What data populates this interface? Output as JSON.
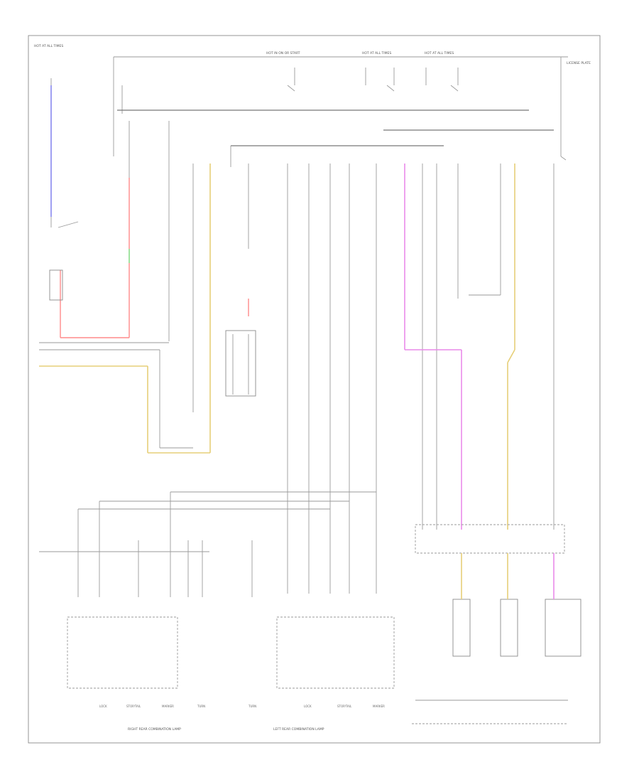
{
  "diagram": {
    "title": "",
    "page_code": "",
    "colors": {
      "wire": "#9a9a9a",
      "blue": "#8888ee",
      "red": "#ff8a8a",
      "green": "#7ad77a",
      "yellow": "#e6cf78",
      "pink": "#e98ae9"
    },
    "labels": {
      "top_left": "HOT AT ALL TIMES",
      "top_center": "HOT IN ON OR START",
      "top_mid": "HOT AT ALL TIMES",
      "top_right": "HOT AT ALL TIMES",
      "right_top": "LICENSE PLATE",
      "right_mid": "",
      "rear_left": "RIGHT REAR COMBINATION LAMP",
      "rear_mid": "LEFT REAR COMBINATION LAMP",
      "rear_right": "",
      "joint": "",
      "bottom_right": "",
      "lamp_turn_r": "TURN",
      "lamp_turn_l": "TURN",
      "lamp_stop_r": "STOP/TAIL",
      "lamp_stop_l": "STOP/TAIL",
      "lamp_marker_r": "MARKER",
      "lamp_marker_l": "MARKER",
      "lamp_lock_r": "LOCK",
      "lamp_lock_l": "LOCK"
    }
  }
}
